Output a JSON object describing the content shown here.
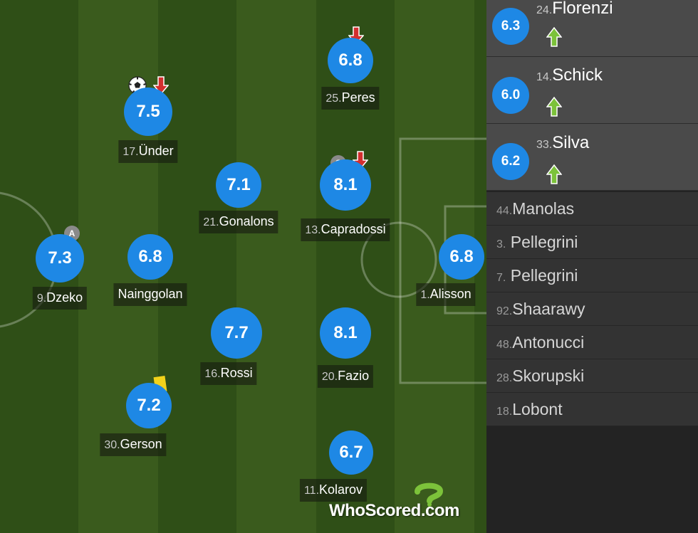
{
  "colors": {
    "rating_bubble": "#1e88e5",
    "sub_off_arrow": "#d32f2f",
    "sub_on_arrow": "#7cc23a",
    "yellow_card": "#f2d21b"
  },
  "players": [
    {
      "id": "peres",
      "number": "25.",
      "name": "Peres",
      "rating": "6.8",
      "events": [
        "sub-off-arrow-icon"
      ]
    },
    {
      "id": "under",
      "number": "17.",
      "name": "Ünder",
      "rating": "7.5",
      "events": [
        "goal-ball-icon",
        "sub-off-arrow-icon"
      ]
    },
    {
      "id": "gonalons",
      "number": "21.",
      "name": "Gonalons",
      "rating": "7.1",
      "events": []
    },
    {
      "id": "capradossi",
      "number": "13.",
      "name": "Capradossi",
      "rating": "8.1",
      "events": [
        "captain-badge-icon",
        "sub-off-arrow-icon"
      ]
    },
    {
      "id": "dzeko",
      "number": "9.",
      "name": "Dzeko",
      "rating": "7.3",
      "events": [
        "assist-badge-icon"
      ]
    },
    {
      "id": "nainggolan",
      "number": "",
      "name": "Nainggolan",
      "rating": "6.8",
      "events": []
    },
    {
      "id": "alisson",
      "number": "1.",
      "name": "Alisson",
      "rating": "6.8",
      "events": []
    },
    {
      "id": "rossi",
      "number": "16.",
      "name": "Rossi",
      "rating": "7.7",
      "events": []
    },
    {
      "id": "fazio",
      "number": "20.",
      "name": "Fazio",
      "rating": "8.1",
      "events": []
    },
    {
      "id": "gerson",
      "number": "30.",
      "name": "Gerson",
      "rating": "7.2",
      "events": [
        "yellow-card-icon"
      ]
    },
    {
      "id": "kolarov",
      "number": "11.",
      "name": "Kolarov",
      "rating": "6.7",
      "events": []
    }
  ],
  "badges": {
    "captain": "C",
    "assist": "A"
  },
  "substitutes": [
    {
      "number": "24.",
      "name": "Florenzi",
      "rating": "6.3",
      "icon": "sub-on-arrow-icon"
    },
    {
      "number": "14.",
      "name": "Schick",
      "rating": "6.0",
      "icon": "sub-on-arrow-icon"
    },
    {
      "number": "33.",
      "name": "Silva",
      "rating": "6.2",
      "icon": "sub-on-arrow-icon"
    }
  ],
  "unused_subs": [
    {
      "number": "44.",
      "name": "Manolas"
    },
    {
      "number": "3.",
      "name": " Pellegrini"
    },
    {
      "number": "7.",
      "name": " Pellegrini"
    },
    {
      "number": "92.",
      "name": "Shaarawy"
    },
    {
      "number": "48.",
      "name": "Antonucci"
    },
    {
      "number": "28.",
      "name": "Skorupski"
    },
    {
      "number": "18.",
      "name": "Lobont"
    }
  ],
  "logo": {
    "text": "WhoScored.com"
  }
}
